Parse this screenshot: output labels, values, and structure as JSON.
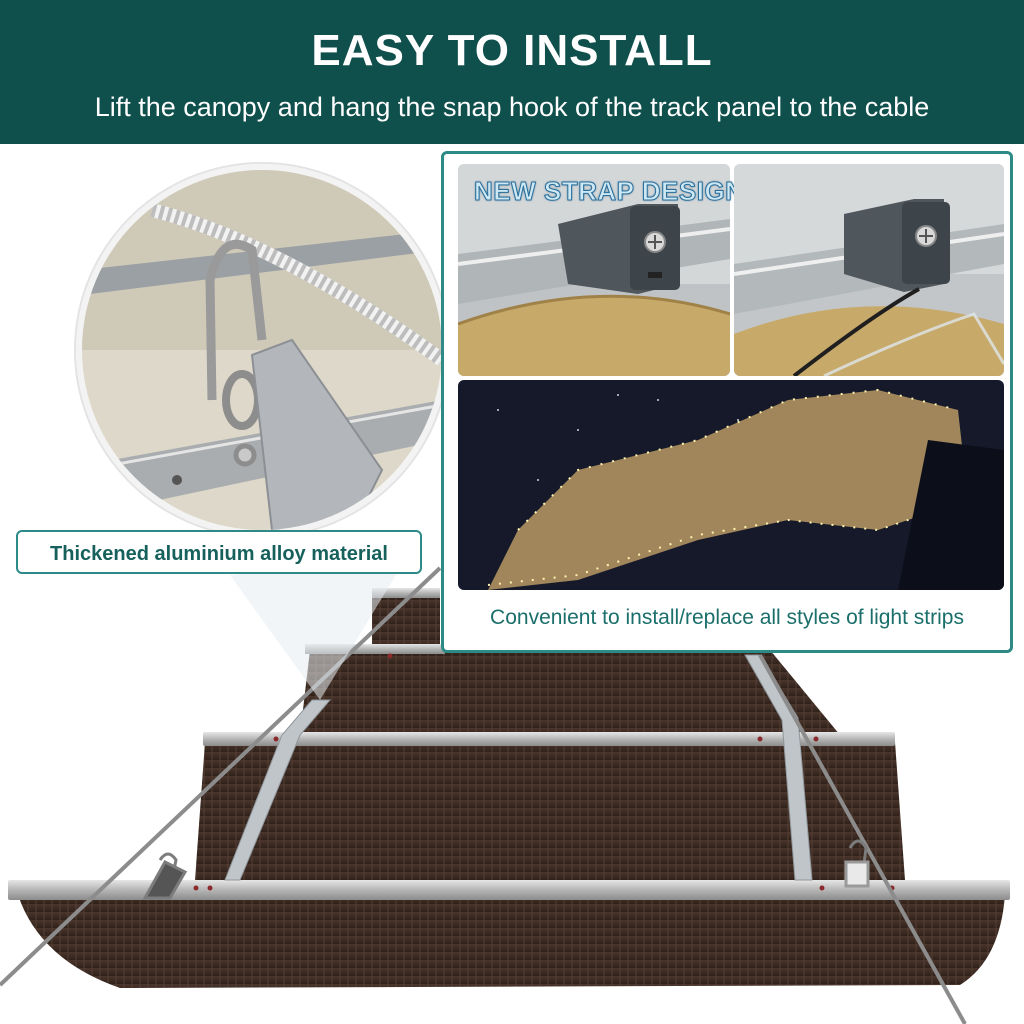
{
  "header": {
    "title": "EASY TO INSTALL",
    "subtitle": "Lift the canopy and hang the snap hook of the track panel to the cable"
  },
  "callout": {
    "label": "Thickened aluminium alloy material"
  },
  "panel": {
    "badge": "NEW STRAP DESIGN",
    "caption": "Convenient to install/replace all styles of light strips"
  },
  "colors": {
    "header_bg": "#0f4f4c",
    "accent": "#2e8a86",
    "canopy": "#3b2a22",
    "rail": "#c8c8c8"
  }
}
